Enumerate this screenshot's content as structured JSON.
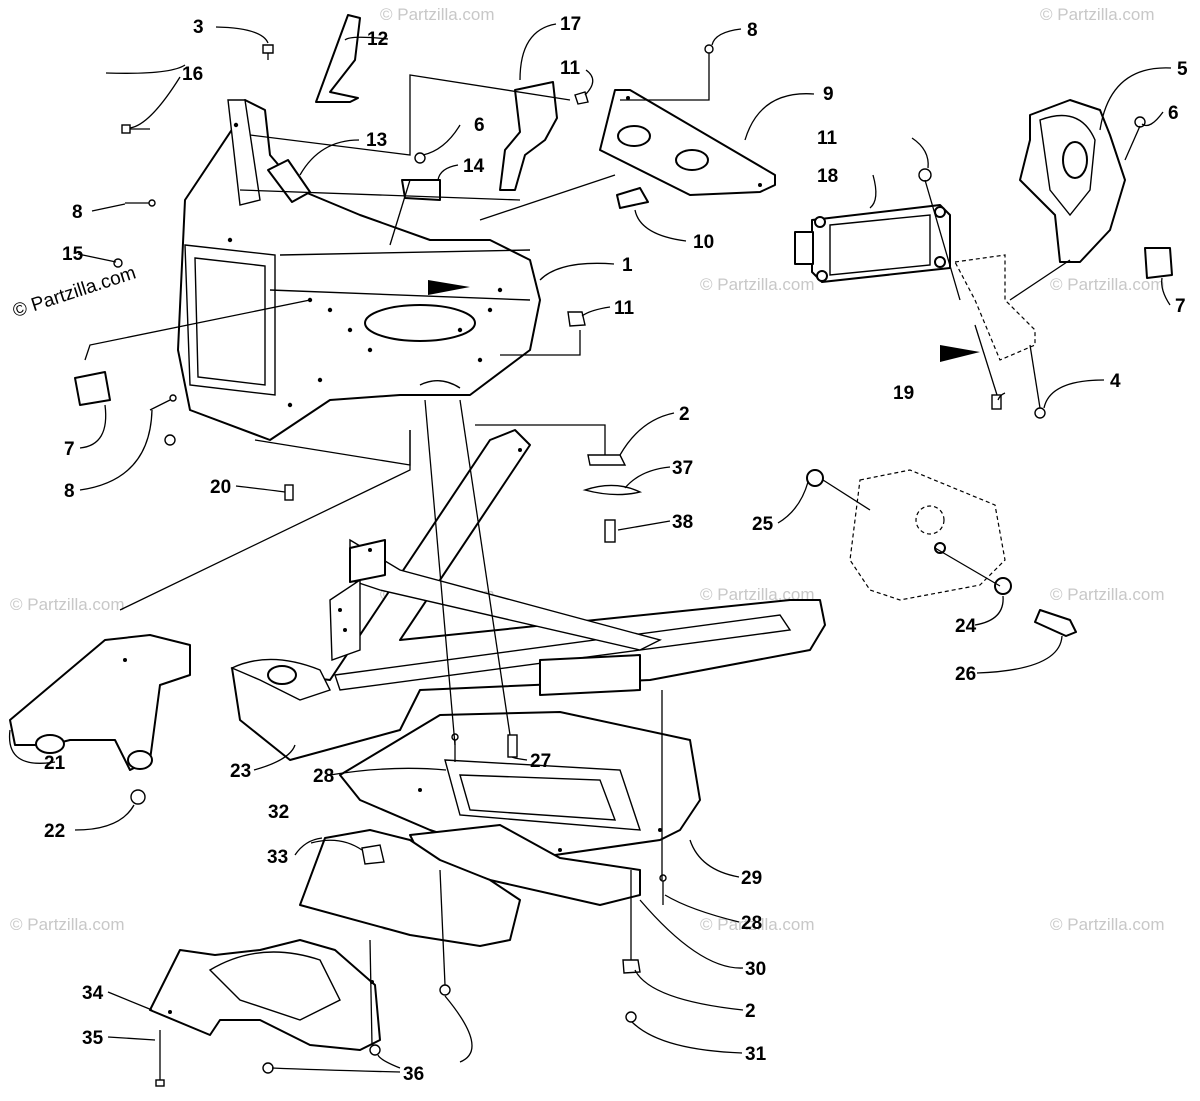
{
  "watermark": {
    "prominent": "© Partzilla.com",
    "faint": "© Partzilla.com"
  },
  "callouts": [
    "1",
    "2",
    "3",
    "4",
    "5",
    "6",
    "7",
    "8",
    "9",
    "10",
    "11",
    "12",
    "13",
    "14",
    "15",
    "16",
    "17",
    "18",
    "19",
    "20",
    "21",
    "22",
    "23",
    "24",
    "25",
    "26",
    "27",
    "28",
    "29",
    "30",
    "31",
    "32",
    "33",
    "34",
    "35",
    "36",
    "37",
    "38"
  ],
  "colors": {
    "line": "#000000",
    "background": "#ffffff",
    "watermark": "#c8c8c8"
  }
}
